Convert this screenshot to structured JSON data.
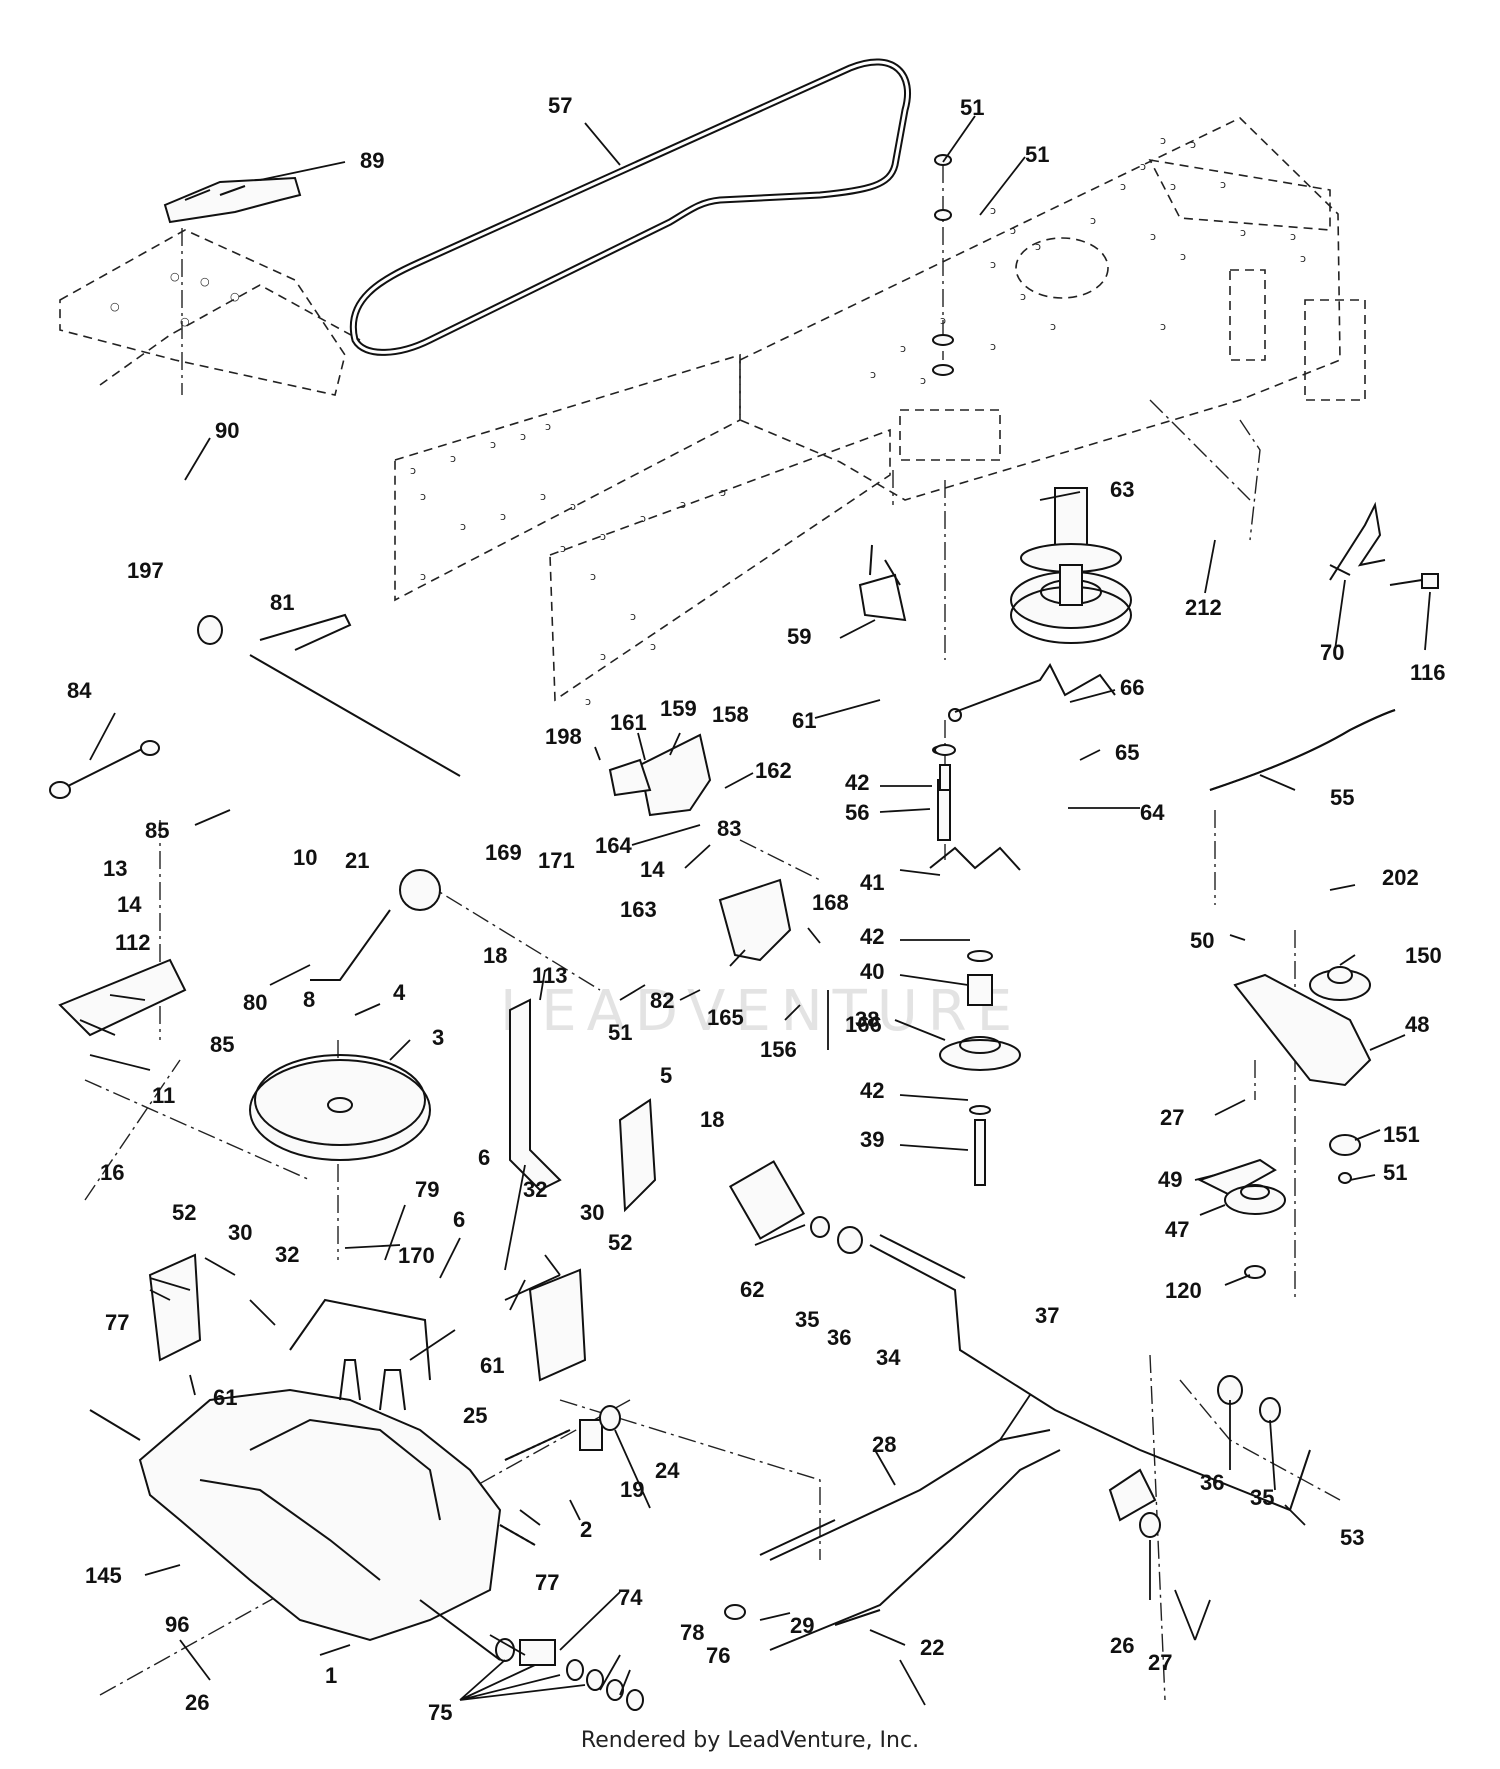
{
  "watermark": "LEADVENTURE",
  "footer": "Rendered by LeadVenture, Inc.",
  "callouts": [
    "57",
    "51",
    "51",
    "89",
    "90",
    "63",
    "212",
    "70",
    "116",
    "197",
    "81",
    "59",
    "61",
    "66",
    "84",
    "198",
    "161",
    "159",
    "158",
    "162",
    "42",
    "56",
    "65",
    "64",
    "55",
    "85",
    "21",
    "169",
    "171",
    "164",
    "14",
    "83",
    "163",
    "41",
    "168",
    "13",
    "10",
    "14",
    "112",
    "42",
    "40",
    "38",
    "42",
    "39",
    "80",
    "8",
    "85",
    "4",
    "3",
    "11",
    "18",
    "113",
    "51",
    "82",
    "165",
    "156",
    "166",
    "5",
    "6",
    "18",
    "16",
    "52",
    "30",
    "32",
    "79",
    "170",
    "6",
    "32",
    "30",
    "52",
    "61",
    "61",
    "62",
    "35",
    "36",
    "34",
    "37",
    "77",
    "25",
    "19",
    "24",
    "28",
    "2",
    "145",
    "77",
    "74",
    "29",
    "22",
    "96",
    "1",
    "26",
    "75",
    "78",
    "76",
    "202",
    "50",
    "150",
    "48",
    "27",
    "151",
    "51",
    "49",
    "47",
    "120",
    "36",
    "35",
    "53",
    "26",
    "27"
  ]
}
